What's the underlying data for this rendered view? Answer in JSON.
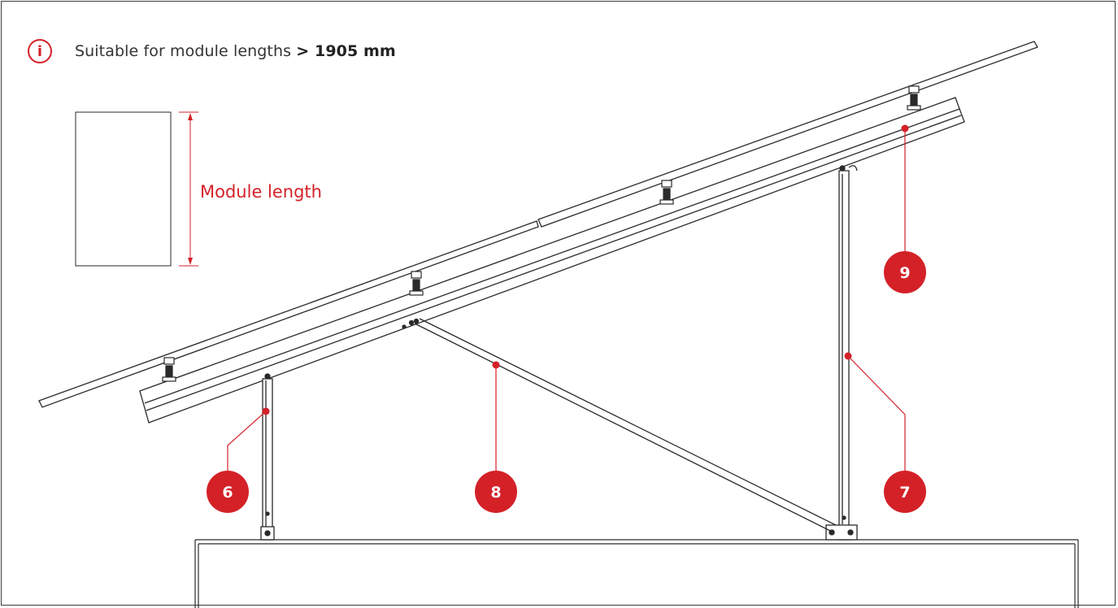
{
  "note": {
    "icon": "info-icon",
    "text": "Suitable for module lengths",
    "value": "> 1905 mm"
  },
  "module": {
    "label": "Module length"
  },
  "callouts": [
    "6",
    "7",
    "8",
    "9"
  ],
  "colors": {
    "accent": "#d42128",
    "line": "#2a2a2a"
  }
}
